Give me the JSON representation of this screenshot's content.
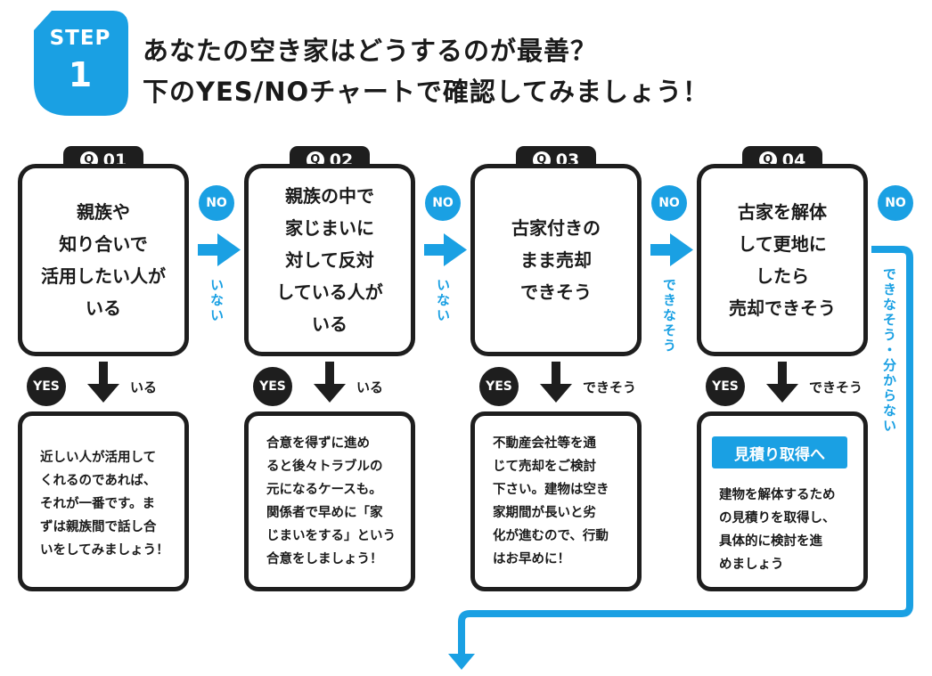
{
  "step": {
    "word": "STEP",
    "number": "1"
  },
  "header": {
    "line1": "あなたの空き家はどうするのが最善？",
    "line2": "下のYES/NOチャートで確認してみましょう！"
  },
  "yes_label": "YES",
  "no_label": "NO",
  "questions": [
    {
      "tag": "01",
      "text": "親族や\n知り合いで\n活用したい人が\nいる",
      "yes_answer": "いる",
      "no_answer": "いない",
      "result": "近しい人が活用して\nくれるのであれば、\nそれが一番です。ま\nずは親族間で話し合\nいをしてみましょう！"
    },
    {
      "tag": "02",
      "text": "親族の中で\n家じまいに\n対して反対\nしている人が\nいる",
      "yes_answer": "いる",
      "no_answer": "いない",
      "result": "合意を得ずに進め\nると後々トラブルの\n元になるケースも。\n関係者で早めに「家\nじまいをする」という\n合意をしましょう！"
    },
    {
      "tag": "03",
      "text": "古家付きの\nまま売却\nできそう",
      "yes_answer": "できそう",
      "no_answer": "できなそう",
      "result": "不動産会社等を通\nじて売却をご検討\n下さい。建物は空き\n家期間が長いと劣\n化が進むので、行動\nはお早めに！"
    },
    {
      "tag": "04",
      "text": "古家を解体\nして更地に\nしたら\n売却できそう",
      "yes_answer": "できそう",
      "no_answer": "できなそう・分からない",
      "result_button": "見積り取得へ",
      "result": "建物を解体するため\nの見積りを取得し、\n具体的に検討を進\nめましょう"
    }
  ],
  "colors": {
    "accent": "#1aa0e3",
    "ink": "#1e1e1e"
  }
}
